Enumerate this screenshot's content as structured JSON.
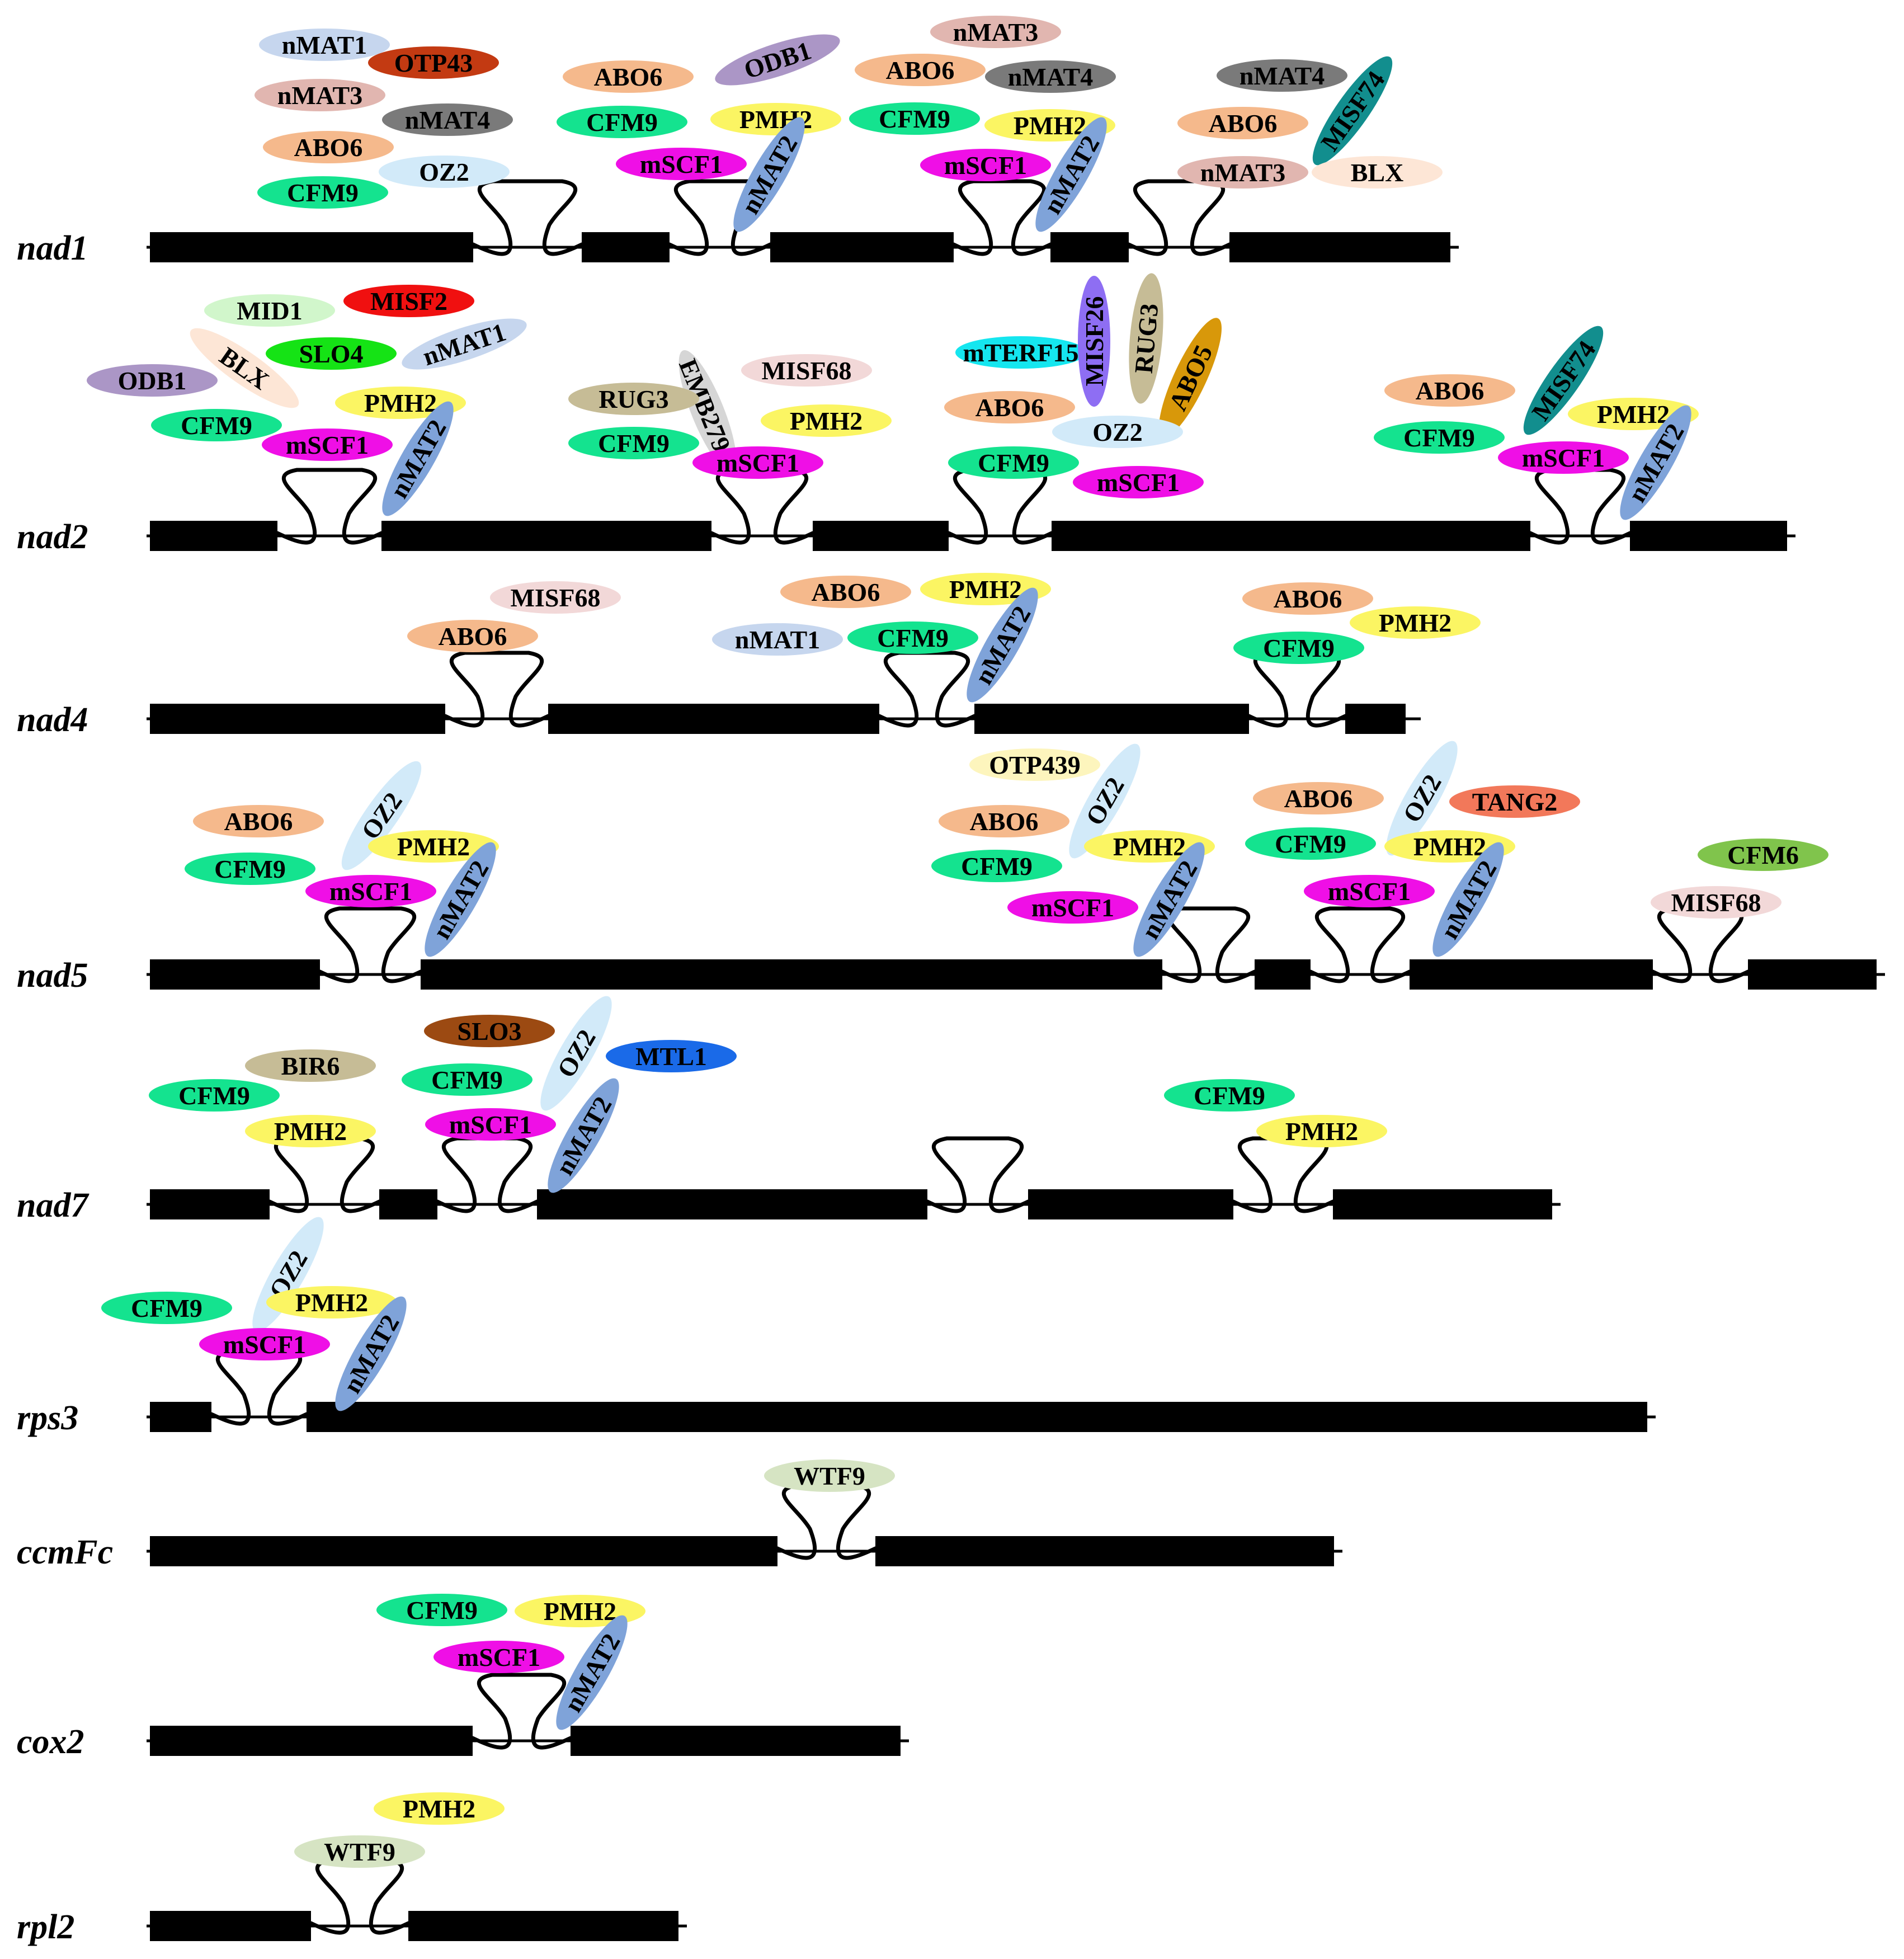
{
  "genes": [
    {
      "name": "nad1",
      "introns": [
        {
          "proteins": [
            {
              "name": "nMAT1",
              "color": "#c6d6ee"
            },
            {
              "name": "OTP43",
              "color": "#c33a12"
            },
            {
              "name": "nMAT3",
              "color": "#e1b6b0"
            },
            {
              "name": "nMAT4",
              "color": "#7a7a7a"
            },
            {
              "name": "ABO6",
              "color": "#f5b98c"
            },
            {
              "name": "OZ2",
              "color": "#d2eaf9"
            },
            {
              "name": "CFM9",
              "color": "#14e38f"
            }
          ]
        },
        {
          "proteins": [
            {
              "name": "ABO6",
              "color": "#f5b98c"
            },
            {
              "name": "ODB1",
              "color": "#ab96c6"
            },
            {
              "name": "CFM9",
              "color": "#14e38f"
            },
            {
              "name": "PMH2",
              "color": "#fbf563"
            },
            {
              "name": "mSCF1",
              "color": "#ef0fe6"
            },
            {
              "name": "nMAT2",
              "color": "#7fa3d9"
            }
          ]
        },
        {
          "proteins": [
            {
              "name": "nMAT3",
              "color": "#e1b6b0"
            },
            {
              "name": "ABO6",
              "color": "#f5b98c"
            },
            {
              "name": "nMAT4",
              "color": "#7a7a7a"
            },
            {
              "name": "CFM9",
              "color": "#14e38f"
            },
            {
              "name": "PMH2",
              "color": "#fbf563"
            },
            {
              "name": "mSCF1",
              "color": "#ef0fe6"
            },
            {
              "name": "nMAT2",
              "color": "#7fa3d9"
            }
          ]
        },
        {
          "proteins": [
            {
              "name": "nMAT4",
              "color": "#7a7a7a"
            },
            {
              "name": "ABO6",
              "color": "#f5b98c"
            },
            {
              "name": "MISF74",
              "color": "#128e8e"
            },
            {
              "name": "nMAT3",
              "color": "#e1b6b0"
            },
            {
              "name": "BLX",
              "color": "#fde6d6"
            }
          ]
        }
      ]
    },
    {
      "name": "nad2",
      "introns": [
        {
          "proteins": [
            {
              "name": "MID1",
              "color": "#d1f6cb"
            },
            {
              "name": "MISF2",
              "color": "#f01010"
            },
            {
              "name": "BLX",
              "color": "#fde6d6"
            },
            {
              "name": "SLO4",
              "color": "#15e315"
            },
            {
              "name": "nMAT1",
              "color": "#c6d6ee"
            },
            {
              "name": "ODB1",
              "color": "#ab96c6"
            },
            {
              "name": "PMH2",
              "color": "#fbf563"
            },
            {
              "name": "CFM9",
              "color": "#14e38f"
            },
            {
              "name": "mSCF1",
              "color": "#ef0fe6"
            },
            {
              "name": "nMAT2",
              "color": "#7fa3d9"
            }
          ]
        },
        {
          "proteins": [
            {
              "name": "EMB2794",
              "color": "#d6d6d6"
            },
            {
              "name": "MISF68",
              "color": "#f2d8d8"
            },
            {
              "name": "RUG3",
              "color": "#c6bc96"
            },
            {
              "name": "PMH2",
              "color": "#fbf563"
            },
            {
              "name": "CFM9",
              "color": "#14e38f"
            },
            {
              "name": "mSCF1",
              "color": "#ef0fe6"
            }
          ]
        },
        {
          "proteins": [
            {
              "name": "mTERF15",
              "color": "#15e6ef"
            },
            {
              "name": "MISF26",
              "color": "#8e6ef3"
            },
            {
              "name": "RUG3",
              "color": "#c6bc96"
            },
            {
              "name": "ABO5",
              "color": "#d8980a"
            },
            {
              "name": "ABO6",
              "color": "#f5b98c"
            },
            {
              "name": "OZ2",
              "color": "#d2eaf9"
            },
            {
              "name": "CFM9",
              "color": "#14e38f"
            },
            {
              "name": "mSCF1",
              "color": "#ef0fe6"
            }
          ]
        },
        {
          "proteins": [
            {
              "name": "ABO6",
              "color": "#f5b98c"
            },
            {
              "name": "MISF74",
              "color": "#128e8e"
            },
            {
              "name": "PMH2",
              "color": "#fbf563"
            },
            {
              "name": "CFM9",
              "color": "#14e38f"
            },
            {
              "name": "mSCF1",
              "color": "#ef0fe6"
            },
            {
              "name": "nMAT2",
              "color": "#7fa3d9"
            }
          ]
        }
      ]
    },
    {
      "name": "nad4",
      "introns": [
        {
          "proteins": [
            {
              "name": "MISF68",
              "color": "#f2d8d8"
            },
            {
              "name": "ABO6",
              "color": "#f5b98c"
            }
          ]
        },
        {
          "proteins": [
            {
              "name": "ABO6",
              "color": "#f5b98c"
            },
            {
              "name": "PMH2",
              "color": "#fbf563"
            },
            {
              "name": "nMAT1",
              "color": "#c6d6ee"
            },
            {
              "name": "CFM9",
              "color": "#14e38f"
            },
            {
              "name": "nMAT2",
              "color": "#7fa3d9"
            }
          ]
        },
        {
          "proteins": [
            {
              "name": "ABO6",
              "color": "#f5b98c"
            },
            {
              "name": "PMH2",
              "color": "#fbf563"
            },
            {
              "name": "CFM9",
              "color": "#14e38f"
            }
          ]
        }
      ]
    },
    {
      "name": "nad5",
      "introns": [
        {
          "proteins": [
            {
              "name": "ABO6",
              "color": "#f5b98c"
            },
            {
              "name": "OZ2",
              "color": "#d2eaf9"
            },
            {
              "name": "PMH2",
              "color": "#fbf563"
            },
            {
              "name": "CFM9",
              "color": "#14e38f"
            },
            {
              "name": "mSCF1",
              "color": "#ef0fe6"
            },
            {
              "name": "nMAT2",
              "color": "#7fa3d9"
            }
          ]
        },
        {
          "proteins": [
            {
              "name": "OTP439",
              "color": "#fdf5bd"
            },
            {
              "name": "OZ2",
              "color": "#d2eaf9"
            },
            {
              "name": "ABO6",
              "color": "#f5b98c"
            },
            {
              "name": "PMH2",
              "color": "#fbf563"
            },
            {
              "name": "CFM9",
              "color": "#14e38f"
            },
            {
              "name": "mSCF1",
              "color": "#ef0fe6"
            },
            {
              "name": "nMAT2",
              "color": "#7fa3d9"
            }
          ]
        },
        {
          "proteins": [
            {
              "name": "ABO6",
              "color": "#f5b98c"
            },
            {
              "name": "OZ2",
              "color": "#d2eaf9"
            },
            {
              "name": "TANG2",
              "color": "#f2785a"
            },
            {
              "name": "CFM9",
              "color": "#14e38f"
            },
            {
              "name": "PMH2",
              "color": "#fbf563"
            },
            {
              "name": "mSCF1",
              "color": "#ef0fe6"
            },
            {
              "name": "nMAT2",
              "color": "#7fa3d9"
            }
          ]
        },
        {
          "proteins": [
            {
              "name": "CFM6",
              "color": "#80c44c"
            },
            {
              "name": "MISF68",
              "color": "#f2d8d8"
            }
          ]
        }
      ]
    },
    {
      "name": "nad7",
      "introns": [
        {
          "proteins": [
            {
              "name": "BIR6",
              "color": "#c6bc96"
            },
            {
              "name": "CFM9",
              "color": "#14e38f"
            },
            {
              "name": "PMH2",
              "color": "#fbf563"
            }
          ]
        },
        {
          "proteins": [
            {
              "name": "SLO3",
              "color": "#9c4a12"
            },
            {
              "name": "OZ2",
              "color": "#d2eaf9"
            },
            {
              "name": "MTL1",
              "color": "#1a6ae8"
            },
            {
              "name": "CFM9",
              "color": "#14e38f"
            },
            {
              "name": "mSCF1",
              "color": "#ef0fe6"
            },
            {
              "name": "nMAT2",
              "color": "#7fa3d9"
            }
          ]
        },
        {
          "proteins": []
        },
        {
          "proteins": [
            {
              "name": "CFM9",
              "color": "#14e38f"
            },
            {
              "name": "PMH2",
              "color": "#fbf563"
            }
          ]
        }
      ]
    },
    {
      "name": "rps3",
      "introns": [
        {
          "proteins": [
            {
              "name": "OZ2",
              "color": "#d2eaf9"
            },
            {
              "name": "CFM9",
              "color": "#14e38f"
            },
            {
              "name": "PMH2",
              "color": "#fbf563"
            },
            {
              "name": "mSCF1",
              "color": "#ef0fe6"
            },
            {
              "name": "nMAT2",
              "color": "#7fa3d9"
            }
          ]
        }
      ]
    },
    {
      "name": "ccmFc",
      "introns": [
        {
          "proteins": [
            {
              "name": "WTF9",
              "color": "#d6e4c3"
            }
          ]
        }
      ]
    },
    {
      "name": "cox2",
      "introns": [
        {
          "proteins": [
            {
              "name": "CFM9",
              "color": "#14e38f"
            },
            {
              "name": "PMH2",
              "color": "#fbf563"
            },
            {
              "name": "mSCF1",
              "color": "#ef0fe6"
            },
            {
              "name": "nMAT2",
              "color": "#7fa3d9"
            }
          ]
        }
      ]
    },
    {
      "name": "rpl2",
      "introns": [
        {
          "proteins": [
            {
              "name": "PMH2",
              "color": "#fbf563"
            },
            {
              "name": "WTF9",
              "color": "#d6e4c3"
            }
          ]
        }
      ]
    }
  ]
}
